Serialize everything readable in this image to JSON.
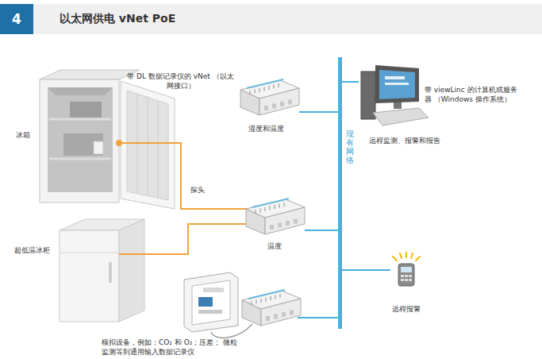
{
  "diagram": {
    "title": "以太网供电 vNet PoE",
    "nodes": [
      {
        "text": [
          "冰箱"
        ]
      },
      {
        "text": [
          "超低温冰柜"
        ]
      },
      {
        "text": [
          "湿度和温度"
        ]
      },
      {
        "text": [
          "温度"
        ]
      },
      {
        "text": [
          "模拟设备，例如：CO₂ 和 O₂；压差； 微粒监测等到通用输入数据记录仪"
        ]
      },
      {
        "text": [
          "现有网络"
        ]
      },
      {
        "text": [
          "带 viewLinc 的计算机或服务器 （Windows 操作系统）",
          "远程监测、报警和报告"
        ]
      },
      {
        "text": [
          "远程报警"
        ]
      }
    ],
    "edges": [
      {
        "from": 0,
        "to": 3,
        "label": "探头",
        "arrow": "none"
      },
      {
        "from": 1,
        "to": 3,
        "arrow": "none"
      },
      {
        "from": 2,
        "to": 5,
        "arrow": "none"
      },
      {
        "from": 3,
        "to": 5,
        "arrow": "none"
      },
      {
        "from": 5,
        "to": 6,
        "arrow": "none"
      },
      {
        "from": 5,
        "to": 7,
        "arrow": "none"
      }
    ],
    "labels": [
      "4",
      "带 DL 数据记录仪的 vNet （以太网接口）"
    ]
  }
}
